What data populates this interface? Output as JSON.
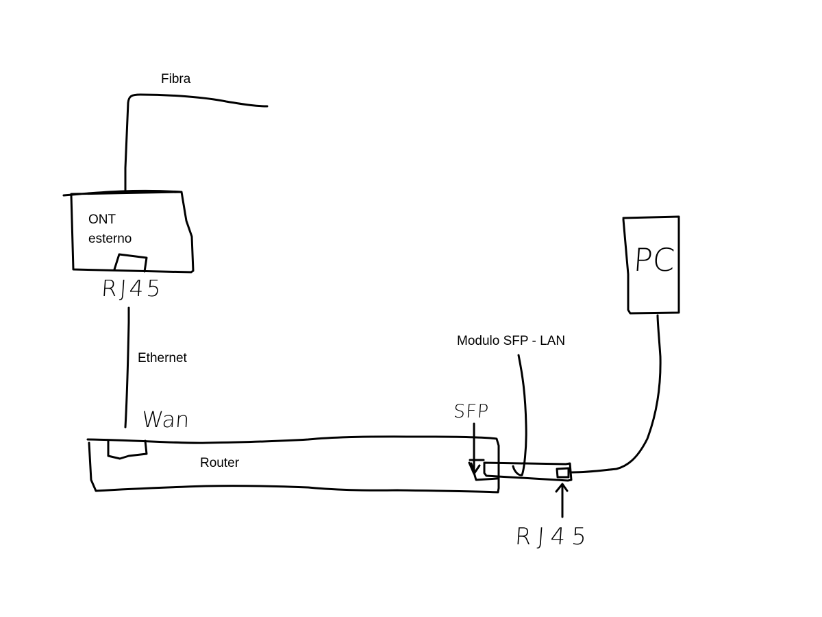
{
  "diagram": {
    "type": "hand-drawn network topology",
    "background_color": "#ffffff",
    "stroke_color": "#000000",
    "nodes": {
      "ont": {
        "label_line1": "ONT",
        "label_line2": "esterno"
      },
      "router": {
        "label": "Router"
      },
      "pc": {
        "label": "PC"
      },
      "sfp_module": {
        "label": "Modulo SFP - LAN"
      }
    },
    "ports": {
      "ont_rj45": "RJ45",
      "router_wan": "Wan",
      "router_sfp": "SFP",
      "module_rj45": "RJ45"
    },
    "connections": [
      {
        "from": "fibra",
        "to": "ont",
        "label": "Fibra"
      },
      {
        "from": "ont",
        "to": "router",
        "label": "Ethernet"
      },
      {
        "from": "router",
        "to": "pc",
        "label": ""
      }
    ]
  }
}
